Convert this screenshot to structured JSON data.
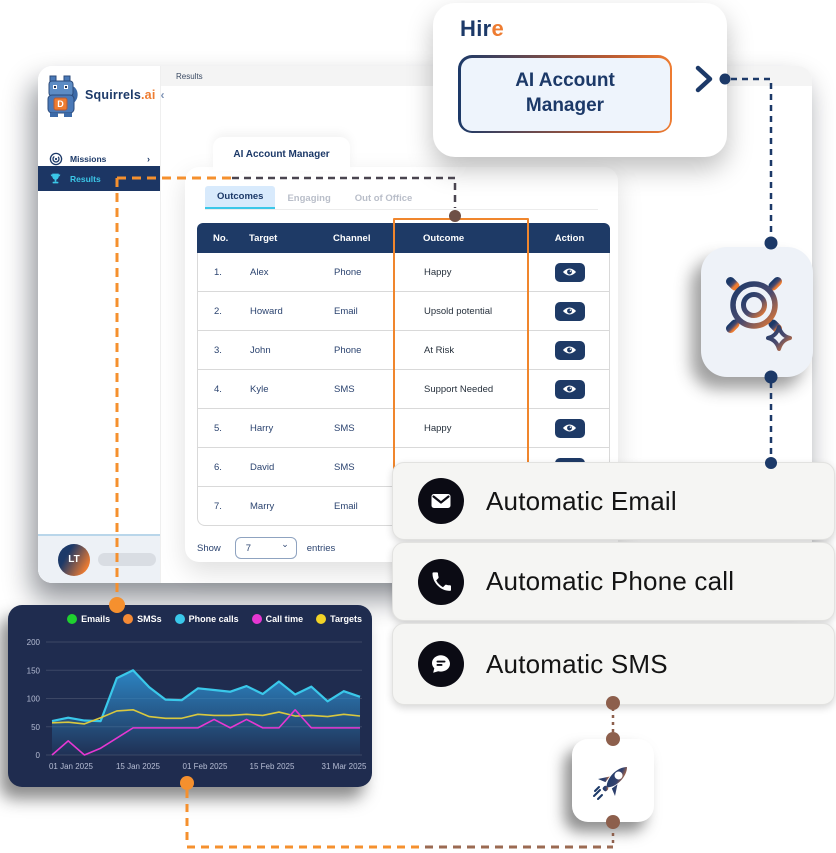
{
  "topbar": {
    "title": "Results"
  },
  "icons": {
    "collapse_glyph": "‹",
    "forward_glyph": "›",
    "dropdown_glyph": "⌄"
  },
  "sidebar": {
    "brand": "Squirrels",
    "brand_suffix": ".ai",
    "items": [
      {
        "label": "Missions",
        "icon": "spiral-icon",
        "active": false
      },
      {
        "label": "Results",
        "icon": "trophy-icon",
        "active": true
      }
    ],
    "avatar_initials": "LT"
  },
  "panel": {
    "tab_label": "AI Account Manager",
    "tabs": [
      {
        "label": "Outcomes",
        "active": true
      },
      {
        "label": "Engaging",
        "active": false
      },
      {
        "label": "Out of Office",
        "active": false
      }
    ],
    "table": {
      "headers": [
        "No.",
        "Target",
        "Channel",
        "Outcome",
        "Action"
      ],
      "rows": [
        {
          "no": "1.",
          "target": "Alex",
          "channel": "Phone",
          "outcome": "Happy"
        },
        {
          "no": "2.",
          "target": "Howard",
          "channel": "Email",
          "outcome": "Upsold potential"
        },
        {
          "no": "3.",
          "target": "John",
          "channel": "Phone",
          "outcome": "At Risk"
        },
        {
          "no": "4.",
          "target": "Kyle",
          "channel": "SMS",
          "outcome": "Support Needed"
        },
        {
          "no": "5.",
          "target": "Harry",
          "channel": "SMS",
          "outcome": "Happy"
        },
        {
          "no": "6.",
          "target": "David",
          "channel": "SMS",
          "outcome": ""
        },
        {
          "no": "7.",
          "target": "Marry",
          "channel": "Email",
          "outcome": ""
        }
      ]
    },
    "pagination": {
      "show_label": "Show",
      "page_size": "7",
      "entries_label": "entries"
    }
  },
  "hire_card": {
    "title_main": "Hir",
    "title_accent": "e",
    "button_label": "AI Account Manager"
  },
  "feature_cards": [
    {
      "label": "Automatic Email",
      "icon": "email-icon"
    },
    {
      "label": "Automatic Phone call",
      "icon": "phone-icon"
    },
    {
      "label": "Automatic SMS",
      "icon": "sms-icon"
    }
  ],
  "icon_cards": [
    {
      "icon": "gear-sparkle-icon"
    },
    {
      "icon": "rocket-icon"
    }
  ],
  "colors": {
    "navy": "#1c3968",
    "orange": "#ee7c31",
    "cyan": "#3bc7e8",
    "dashed_orange": "#f5902e",
    "dashed_navy": "#1c3968",
    "dashed_brown": "#9b6a52",
    "chart_bg": "#1f2c4f",
    "table_header": "#1e3a66"
  },
  "chart_data": {
    "type": "line",
    "title": "",
    "x_labels": [
      "01 Jan 2025",
      "15 Jan 2025",
      "01 Feb 2025",
      "15 Feb 2025",
      "31 Mar 2025"
    ],
    "ylim": [
      0,
      200
    ],
    "yticks": [
      0,
      50,
      100,
      150,
      200
    ],
    "grid": true,
    "legend_position": "top-right",
    "legend": [
      {
        "name": "Emails",
        "color": "#1fd12f"
      },
      {
        "name": "SMSs",
        "color": "#f58a35"
      },
      {
        "name": "Phone calls",
        "color": "#3ac8ea"
      },
      {
        "name": "Call time",
        "color": "#e637d2"
      },
      {
        "name": "Targets",
        "color": "#f2d327"
      }
    ],
    "series": [
      {
        "name": "Phone calls",
        "type": "area",
        "color": "#3ac8ea",
        "values": [
          60,
          66,
          61,
          60,
          136,
          150,
          120,
          98,
          97,
          118,
          115,
          112,
          122,
          108,
          130,
          107,
          121,
          95,
          113,
          103
        ]
      },
      {
        "name": "Targets",
        "type": "line",
        "color": "#d9c83f",
        "values": [
          57,
          58,
          55,
          66,
          78,
          80,
          68,
          65,
          65,
          72,
          70,
          70,
          72,
          70,
          76,
          69,
          70,
          68,
          72,
          69
        ]
      },
      {
        "name": "Call time",
        "type": "line",
        "color": "#e637d2",
        "values": [
          0,
          25,
          0,
          12,
          30,
          48,
          48,
          48,
          48,
          48,
          63,
          48,
          63,
          48,
          48,
          80,
          48,
          48,
          48,
          48
        ]
      }
    ]
  }
}
